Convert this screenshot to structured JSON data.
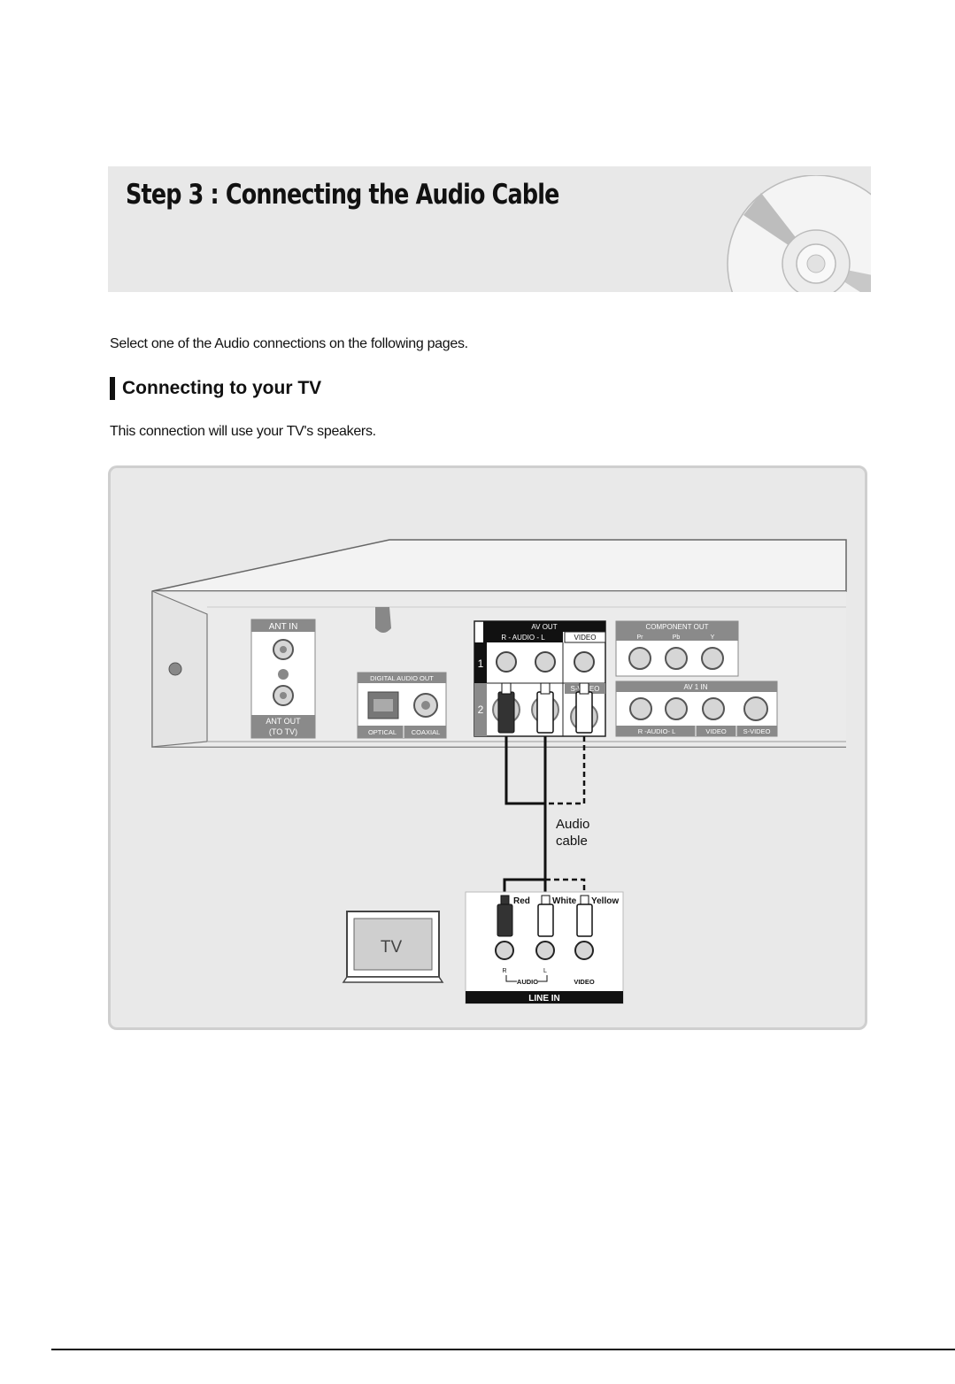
{
  "header": {
    "title": "Step 3 : Connecting the Audio Cable"
  },
  "intro": {
    "text": "Select one of the Audio connections on the following pages."
  },
  "section": {
    "heading": "Connecting to your TV",
    "body": "This connection will use your TV's speakers."
  },
  "diagram": {
    "ant_in": "ANT IN",
    "ant_out_1": "ANT OUT",
    "ant_out_2": "(TO TV)",
    "digital_audio_out": "DIGITAL AUDIO OUT",
    "optical": "OPTICAL",
    "coaxial": "COAXIAL",
    "av_out": "AV OUT",
    "av_out_audio": "R - AUDIO - L",
    "av_out_video": "VIDEO",
    "row_1": "1",
    "row_2": "2",
    "s_video": "S-VIDEO",
    "component_out": "COMPONENT OUT",
    "comp_pr": "Pr",
    "comp_pb": "Pb",
    "comp_y": "Y",
    "av1_in": "AV 1 IN",
    "av1_audio": "R  -AUDIO- L",
    "av1_video": "VIDEO",
    "av1_svideo": "S-VIDEO",
    "cable_label_1": "Audio",
    "cable_label_2": "cable",
    "plug_red": "Red",
    "plug_white": "White",
    "plug_yellow": "Yellow",
    "tv_label": "TV",
    "jack_r": "R",
    "jack_l": "L",
    "jack_audio": "AUDIO",
    "jack_video": "VIDEO",
    "line_in": "LINE IN"
  }
}
